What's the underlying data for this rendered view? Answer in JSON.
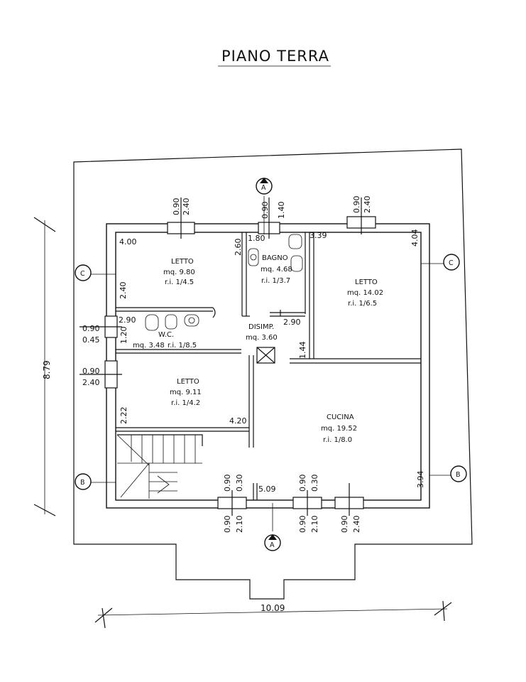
{
  "title": "PIANO TERRA",
  "rooms": [
    {
      "id": "letto-nw",
      "name": "LETTO",
      "area": "mq. 9.80",
      "ri": "r.i. 1/4.5"
    },
    {
      "id": "bagno",
      "name": "BAGNO",
      "area": "mq. 4.68",
      "ri": "r.i. 1/3.7"
    },
    {
      "id": "letto-ne",
      "name": "LETTO",
      "area": "mq. 14.02",
      "ri": "r.i. 1/6.5"
    },
    {
      "id": "wc",
      "name": "W.C.",
      "area": "mq. 3.48",
      "ri": "r.i. 1/8.5"
    },
    {
      "id": "disimp",
      "name": "DISIMP.",
      "area": "mq. 3.60",
      "ri": ""
    },
    {
      "id": "letto-sw",
      "name": "LETTO",
      "area": "mq. 9.11",
      "ri": "r.i. 1/4.2"
    },
    {
      "id": "cucina",
      "name": "CUCINA",
      "area": "mq. 19.52",
      "ri": "r.i. 1/8.0"
    }
  ],
  "room_dims": {
    "letto_nw_w": "4.00",
    "letto_nw_d": "2.40",
    "bagno_w": "1.80",
    "bagno_d": "2.60",
    "letto_ne_w": "3.39",
    "letto_ne_d": "4.04",
    "wc_w": "2.90",
    "wc_d": "1.20",
    "disimp_w": "2.90",
    "disimp_d": "1.44",
    "letto_sw_w": "4.20",
    "letto_sw_d": "2.22",
    "cucina_w": "5.09",
    "cucina_d": "3.94"
  },
  "openings": {
    "n1_w": "0.90",
    "n1_h": "2.40",
    "n2_w": "0.90",
    "n2_h": "1.40",
    "n3_w": "0.90",
    "n3_h": "2.40",
    "w1_w": "0.90",
    "w1_h": "0.45",
    "w2_w": "0.90",
    "w2_h": "2.40",
    "s1a_w": "0.90",
    "s1a_h": "0.30",
    "s1b_w": "0.90",
    "s1b_h": "2.10",
    "s2a_w": "0.90",
    "s2a_h": "0.30",
    "s2b_w": "0.90",
    "s2b_h": "2.10",
    "s3_w": "0.90",
    "s3_h": "2.40"
  },
  "overall": {
    "width": "10.09",
    "depth": "8.79"
  },
  "sections": {
    "a": "A",
    "b": "B",
    "c": "C"
  }
}
